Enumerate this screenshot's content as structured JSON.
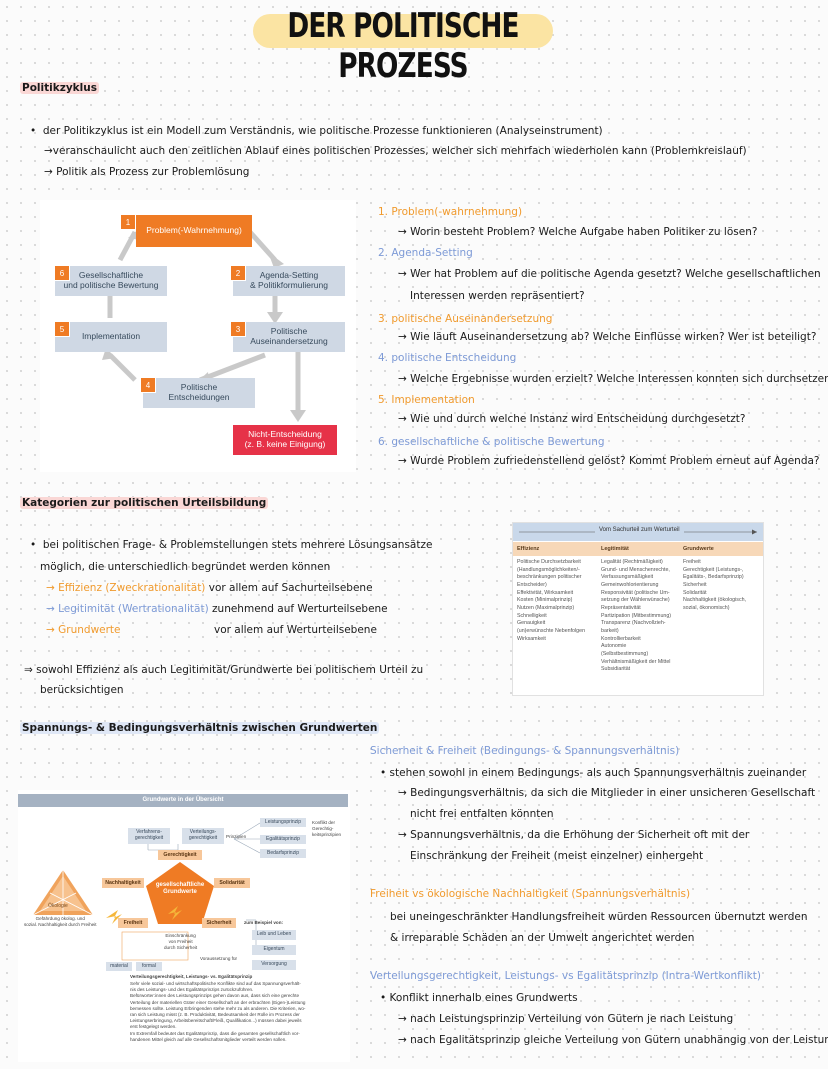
{
  "title": "DER POLITISCHE PROZESS",
  "section1": {
    "heading": "Politikzyklus",
    "bullet": "der Politikzyklus ist ein Modell zum Verständnis, wie politische Prozesse funktionieren (Analyseinstrument)",
    "arrow1": "→veranschaulicht auch den zeitlichen Ablauf eines politischen Prozesses, welcher sich mehrfach wiederholen kann (Problemkreislauf)",
    "arrow2": "→ Politik als Prozess zur Problemlösung"
  },
  "cycle": {
    "n1": "1",
    "b1": "Problem(-Wahrnehmung)",
    "n2": "2",
    "b2": "Agenda-Setting\n& Politikformulierung",
    "n3": "3",
    "b3": "Politische\nAuseinandersetzung",
    "n4": "4",
    "b4": "Politische\nEntscheidungen",
    "n5": "5",
    "b5": "Implementation",
    "n6": "6",
    "b6": "Gesellschaftliche\nund politische Bewertung",
    "b7": "Nicht-Entscheidung\n(z. B. keine Einigung)"
  },
  "phases": [
    {
      "title": "1. Problem(-wahrnehmung)",
      "q": "→ Worin besteht Problem?   Welche Aufgabe haben Politiker zu lösen?",
      "q2": ""
    },
    {
      "title": "2. Agenda-Setting",
      "q": "→ Wer hat Problem auf die politische Agenda gesetzt?  Welche gesellschaftlichen",
      "q2": "Interessen werden repräsentiert?"
    },
    {
      "title": "3. politische Auseinandersetzung",
      "q": "→ Wie läuft Auseinandersetzung ab?  Welche Einflüsse wirken? Wer ist beteiligt?",
      "q2": ""
    },
    {
      "title": "4. politische Entscheidung",
      "q": "→ Welche Ergebnisse wurden erzielt?  Welche Interessen konnten sich durchsetzen?",
      "q2": ""
    },
    {
      "title": "5. Implementation",
      "q": "→ Wie und durch welche Instanz wird Entscheidung durchgesetzt?",
      "q2": ""
    },
    {
      "title": "6. gesellschaftliche & politische Bewertung",
      "q": "→ Wurde Problem zufriedenstellend gelöst? Kommt Problem erneut auf Agenda?",
      "q2": ""
    }
  ],
  "section2": {
    "heading": "Kategorien zur politischen Urteilsbildung",
    "line1": "bei politischen Frage- & Problemstellungen stets mehrere Lösungsansätze",
    "line2": "möglich, die unterschiedlich begründet werden können",
    "a1_colored": "→ Effizienz (Zweckrationalität)",
    "a1_rest": " vor allem auf Sachurteilsebene",
    "a2_colored": "→ Legitimität (Wertrationalität)",
    "a2_rest": " zunehmend auf Werturteilsebene",
    "a3_colored": "→ Grundwerte",
    "a3_rest": "vor allem auf Werturteilsebene",
    "concl1": "⇒ sowohl Effizienz als auch Legitimität/Grundwerte bei politischem Urteil zu",
    "concl2": "berücksichtigen"
  },
  "table": {
    "header": "Vom Sachurteil zum Werturteil",
    "col1": "Effizienz",
    "col2": "Legitimität",
    "col3": "Grundwerte",
    "c1": "Politische Durchsetzbarkeit\n(Handlungsmöglichkeiten/-\nbeschränkungen politischer\nEntscheider)\nEffektivität, Wirksamkeit\nKosten (Minimalprinzip)\nNutzen (Maximalprinzip)\nSchnelligkeit\nGenauigkeit\n(un)erwünschte Nebenfolgen\nWirksamkeit",
    "c2": "Legalität (Rechtmäßigkeit)\nGrund- und Menschenrechte,\nVerfassungsmäßigkeit\nGemeinwohlorientierung\nResponsivität (politische Um-\nsetzung der Wählerwünsche)\nRepräsentativität\nPartizipation (Mitbestimmung)\nTransparenz (Nachvollzieh-\nbarkeit)\nKontrollierbarkeit\nAutonomie\n(Selbstbestimmung)\nVerhältnismäßigkeit der Mittel\nSubsidiarität",
    "c3": "Freiheit\nGerechtigkeit (Leistungs-,\nEgalitäts-, Bedarfsprinzip)\nSicherheit\nSolidarität\nNachhaltigkeit (ökologisch,\nsozial, ökonomisch)"
  },
  "section3": {
    "heading": "Spannungs- & Bedingungsverhältnis zwischen Grundwerten",
    "t1": "Sicherheit & Freiheit (Bedingungs- & Spannungsverhältnis)",
    "t1l1": "• stehen sowohl in einem Bedingungs- als auch Spannungsverhältnis zueinander",
    "t1l2": "→ Bedingungsverhältnis, da sich die Mitglieder in einer unsicheren Gesellschaft",
    "t1l3": "nicht frei entfalten könnten",
    "t1l4": "→ Spannungsverhältnis, da die Erhöhung der Sicherheit oft mit der",
    "t1l5": "Einschränkung der Freiheit (meist einzelner) einhergeht",
    "t2": "Freiheit vs ökologische Nachhaltigkeit (Spannungsverhältnis)",
    "t2l1": "bei uneingeschränkter Handlungsfreiheit würden Ressourcen übernutzt werden",
    "t2l2": "& irreparable Schäden an der Umwelt angerichtet werden",
    "t3": "Verteilungsgerechtigkeit, Leistungs- vs Egalitätsprinzip (Intra-Wertkonflikt)",
    "t3l1": "• Konflikt innerhalb eines Grundwerts",
    "t3l2": "→ nach Leistungsprinzip Verteilung von Gütern je nach Leistung",
    "t3l3": "→ nach Egalitätsprinzip gleiche Verteilung von Gütern unabhängig von der Leistung"
  },
  "grundwerte": {
    "bar": "Grundwerte in der Übersicht",
    "verfahren": "Verfahrens-\ngerechtigkeit",
    "verteilung": "Verteilungs-\ngerechtigkeit",
    "prinzipien": "Prinzipien",
    "leistung": "Leistungsprinzip",
    "egal": "Egalitätsprinzip",
    "bedarf": "Bedarfsprinzip",
    "konflikt": "Konflikt der\nGerechtig-\nkeitsprinzipien",
    "gerechtigkeit": "Gerechtigkeit",
    "nachhaltigkeit": "Nachhaltigkeit",
    "solidaritaet": "Solidarität",
    "center": "gesellschaftliche\nGrundwerte",
    "oekologie": "Ökologie",
    "gefaehrdung": "Gefährdung ökolog. und\nsozial. Nachhaltigkeit durch Freiheit",
    "freiheit": "Freiheit",
    "sicherheit": "Sicherheit",
    "beispiel": "zum Beispiel von:",
    "leib": "Leib und Leben",
    "eigentum": "Eigentum",
    "versorgung": "Versorgung",
    "einschraenkung": "Einschränkung\nvon Freiheit\ndurch Sicherheit",
    "voraussetzung": "Voraussetzung für",
    "material": "material",
    "formal": "formal",
    "caption_head": "Verteilungsgerechtigkeit, Leistungs- vs. Egalitätsprinzip",
    "caption": "Sehr viele sozial- und wirtschaftspolitische Konflikte sind auf das Spannungsverhält-\nnis des Leistungs- und des Egalitätsprinzips zurückzuführen.\nBefürworter:innen des Leistungsprinzips gehen davon aus, dass sich eine gerechte\nVerteilung der materiellen Güter einer Gesellschaft an der erbrachten (Eigen-)Leistung\nbemessen sollte. Leistung Erbringenden stehe mehr zu als anderen. Die Kriterien, wo-\nran sich Leistung misst (z. B. Produktivität, Bedeutsamkeit der Rolle im Prozess der\nLeistungserbringung, Arbeitsbereitschaft/Fleiß, Qualifikation...) müssen dabei jeweils\nerst festgelegt werden.\nIm Extremfall bedeutet das Egalitätsprinzip, dass die gesamten gesellschaftlich vor-\nhandenen Mittel gleich auf alle Gesellschaftsmitglieder verteilt werden sollen."
  }
}
